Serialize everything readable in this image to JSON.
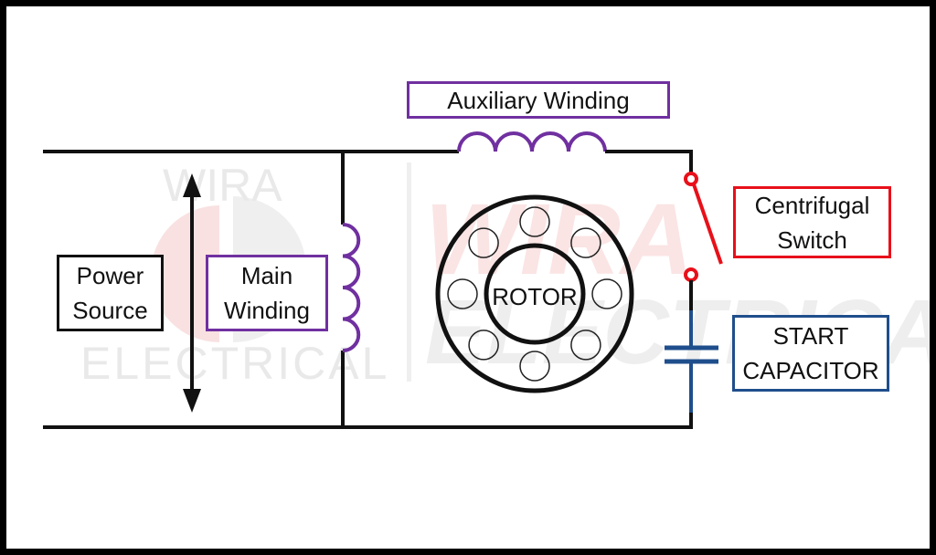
{
  "diagram": {
    "title": "Capacitor Start Induction Motor Circuit",
    "labels": {
      "power_source": [
        "Power",
        "Source"
      ],
      "main_winding": [
        "Main",
        "Winding"
      ],
      "auxiliary_winding": "Auxiliary Winding",
      "rotor": "ROTOR",
      "centrifugal_switch": [
        "Centrifugal",
        "Switch"
      ],
      "start_capacitor": [
        "START",
        "CAPACITOR"
      ]
    },
    "components": [
      {
        "id": "power-source",
        "type": "ac-supply",
        "label": "Power Source"
      },
      {
        "id": "main-winding",
        "type": "inductor",
        "turns": 4,
        "label": "Main Winding"
      },
      {
        "id": "auxiliary-winding",
        "type": "inductor",
        "turns": 4,
        "label": "Auxiliary Winding"
      },
      {
        "id": "rotor",
        "type": "rotor",
        "slots": 8,
        "label": "ROTOR"
      },
      {
        "id": "centrifugal-switch",
        "type": "switch",
        "state": "open",
        "label": "Centrifugal Switch"
      },
      {
        "id": "start-capacitor",
        "type": "capacitor",
        "label": "START CAPACITOR"
      }
    ],
    "connections": [
      "power-source in parallel with main-winding",
      "auxiliary-winding in series with centrifugal-switch and start-capacitor",
      "auxiliary branch in parallel with main-winding"
    ],
    "colors": {
      "wire": "#111111",
      "winding": "#7030a0",
      "switch": "#e8101a",
      "capacitor": "#1f4e8c",
      "frame": "#000000"
    },
    "watermark": {
      "line1": "WIRA",
      "line2": "ELECTRICAL",
      "color_text": "#e6e6e6",
      "color_accent": "#f7d6d6"
    }
  }
}
